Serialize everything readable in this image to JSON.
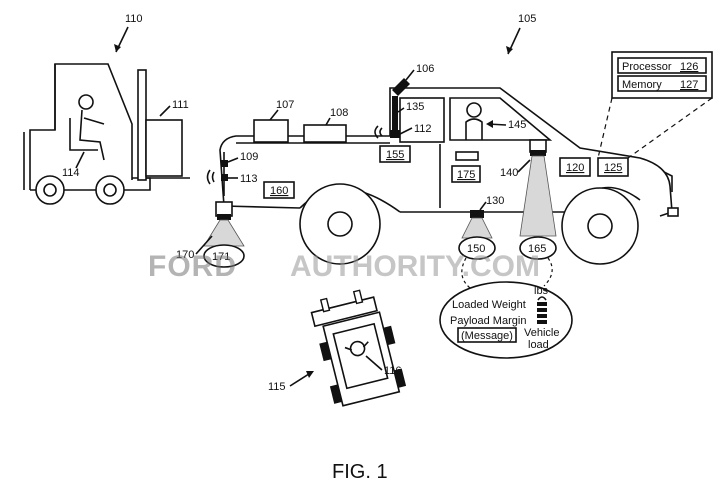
{
  "labels": {
    "truck": "105",
    "sensor_top": "106",
    "box_a": "107",
    "box_b": "108",
    "sensor_rear_post": "109",
    "forklift": "110",
    "forklift_load": "111",
    "sensor_mount": "112",
    "sensor_rear": "113",
    "forklift_driver": "114",
    "vehicle_top": "115",
    "vehicle_top_driver": "116",
    "sensor_under": "130",
    "cam_front": "135",
    "sensor_front": "140",
    "driver": "145",
    "ground_150": "150",
    "ground_165": "165",
    "rear_sensor": "170",
    "ground_171": "171",
    "module_120": "120",
    "module_125": "125",
    "module_155": "155",
    "module_160": "160",
    "module_175": "175"
  },
  "panel": {
    "processor_label": "Processor",
    "processor_num": "126",
    "memory_label": "Memory",
    "memory_num": "127"
  },
  "display": {
    "loaded_weight": "Loaded Weight",
    "payload_margin": "Payload Margin",
    "message": "(Message)",
    "lbs": "lbs",
    "vehicle_load": "Vehicle",
    "vehicle_load_2": "load"
  },
  "watermark": {
    "brand": "FORD",
    "rest": "AUTHORITY.COM"
  },
  "caption": "FIG. 1"
}
